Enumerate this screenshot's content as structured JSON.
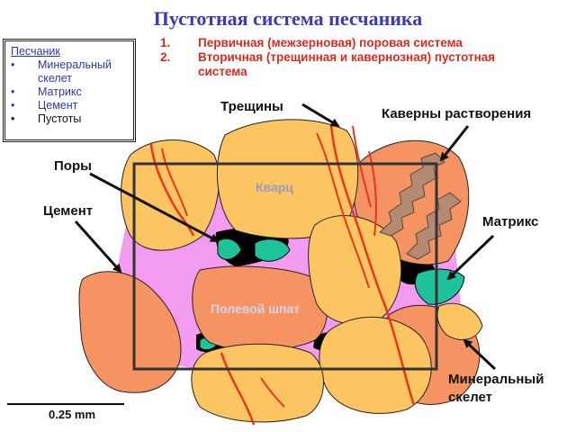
{
  "title": "Пустотная система песчаника",
  "legend": {
    "heading": "Песчаник",
    "items": [
      "Минеральный скелет",
      "Матрикс",
      "Цемент",
      "Пустоты"
    ]
  },
  "systems": [
    {
      "num": "1.",
      "text": "Первичная (межзерновая) поровая система"
    },
    {
      "num": "2.",
      "text": "Вторичная (трещинная и кавернозная) пустотная система"
    }
  ],
  "labels": {
    "fractures": "Трещины",
    "vugs": "Каверны растворения",
    "pores": "Поры",
    "cement": "Цемент",
    "matrix": "Матрикс",
    "skeleton": "Минеральный скелет",
    "quartz": "Кварц",
    "feldspar": "Полевой шпат"
  },
  "scale": "0.25 mm",
  "colors": {
    "quartz": "#fcc561",
    "feldspar": "#f59462",
    "cement": "#f39bf0",
    "pore": "#000000",
    "matrix": "#1fc39a",
    "vug": "#b48a72",
    "fracture": "#e8361e",
    "title": "#3b3bb3",
    "numbered": "#d62b1f"
  }
}
